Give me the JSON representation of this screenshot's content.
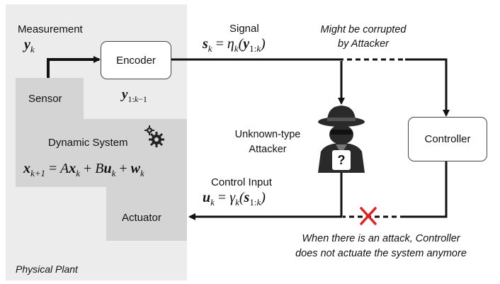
{
  "plant": {
    "label": "Physical Plant"
  },
  "blocks": {
    "sensor": "Sensor",
    "dynamic_system": "Dynamic System",
    "actuator": "Actuator",
    "encoder": "Encoder",
    "controller": "Controller"
  },
  "labels": {
    "measurement": "Measurement",
    "signal": "Signal",
    "control_input": "Control Input",
    "corrupted_line1": "Might be corrupted",
    "corrupted_line2": "by Attacker",
    "attacker_line1": "Unknown-type",
    "attacker_line2": "Attacker",
    "attack_note_line1": "When there is an attack, Controller",
    "attack_note_line2": "does not actuate the system anymore",
    "attacker_mark": "?"
  },
  "colors": {
    "plant_bg": "#ececec",
    "block_bg": "#d4d4d4",
    "wire": "#111111",
    "cross": "#e02020"
  },
  "icons": {
    "gear": "gears-icon",
    "attacker": "hacker-icon",
    "cross": "cross-icon"
  }
}
